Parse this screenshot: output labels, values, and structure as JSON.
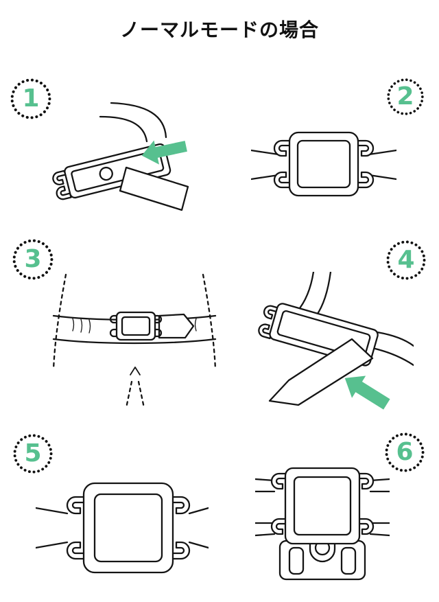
{
  "title": "ノーマルモードの場合",
  "colors": {
    "accent": "#57c08f",
    "line": "#141414",
    "background": "#ffffff"
  },
  "steps": [
    {
      "number": "1",
      "illustration": "insert-strap-tip-into-buckle-slot",
      "icon": "arrow-left"
    },
    {
      "number": "2",
      "illustration": "buckle-with-straps-front-view",
      "icon": ""
    },
    {
      "number": "3",
      "illustration": "belt-worn-around-waist",
      "icon": ""
    },
    {
      "number": "4",
      "illustration": "pull-strap-through-buckle",
      "icon": "arrow-down-left"
    },
    {
      "number": "5",
      "illustration": "buckle-fastened-front-view",
      "icon": ""
    },
    {
      "number": "6",
      "illustration": "buckle-with-lower-holder-attached",
      "icon": ""
    }
  ]
}
